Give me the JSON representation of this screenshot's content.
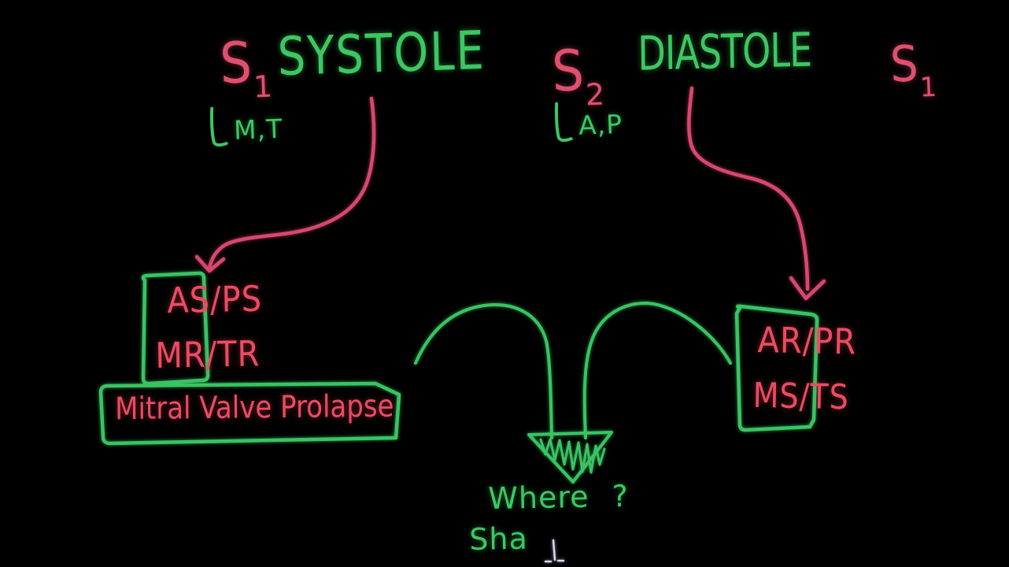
{
  "palette": {
    "background": "#000000",
    "green": "#38c463",
    "red": "#ee4a62",
    "rose": "#d8476f"
  },
  "heart_sounds": {
    "s1_left": {
      "letter": "S",
      "subscript": "1",
      "valves": "M,T"
    },
    "phase_systole": "SYSTOLE",
    "s2": {
      "letter": "S",
      "subscript": "2",
      "valves": "A,P"
    },
    "phase_diastole": "DIASTOLE",
    "s1_right": {
      "letter": "S",
      "subscript": "1"
    }
  },
  "systolic_murmurs": {
    "line1": "AS/PS",
    "line2": "MR/TR",
    "extra_box": "Mitral Valve Prolapse"
  },
  "diastolic_murmurs": {
    "line1": "AR/PR",
    "line2": "MS/TS"
  },
  "questions": {
    "where": "Where ?",
    "partial_word": "Sha"
  }
}
